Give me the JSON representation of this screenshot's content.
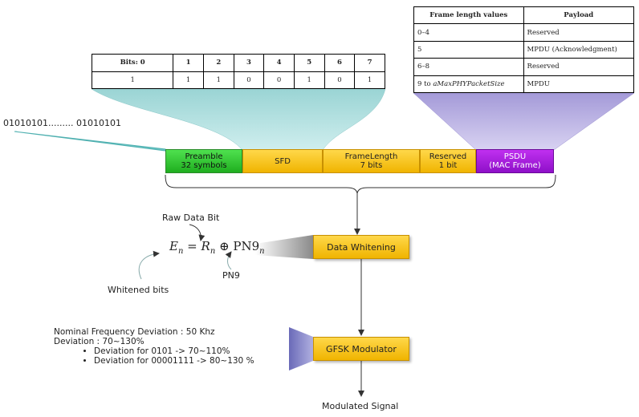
{
  "bits_table": {
    "header": [
      "Bits: 0",
      "1",
      "2",
      "3",
      "4",
      "5",
      "6",
      "7"
    ],
    "values": [
      "1",
      "1",
      "1",
      "0",
      "0",
      "1",
      "0",
      "1"
    ]
  },
  "frame_table": {
    "headers": [
      "Frame length values",
      "Payload"
    ],
    "rows": [
      {
        "value": "0–4",
        "payload": "Reserved"
      },
      {
        "value": "5",
        "payload": "MPDU (Acknowledgment)"
      },
      {
        "value": "6–8",
        "payload": "Reserved"
      },
      {
        "value_prefix": "9 to ",
        "value_italic": "aMaxPHYPacketSize",
        "payload": "MPDU"
      }
    ]
  },
  "preamble_bits": "01010101......... 01010101",
  "frame_fields": [
    {
      "line1": "Preamble",
      "line2": "32 symbols",
      "color": "#2fc02f"
    },
    {
      "line1": "SFD",
      "line2": "",
      "color": "#ffc800"
    },
    {
      "line1": "FrameLength",
      "line2": "7 bits",
      "color": "#ffc800"
    },
    {
      "line1": "Reserved",
      "line2": "1 bit",
      "color": "#ffc800"
    },
    {
      "line1": "PSDU",
      "line2": "(MAC Frame)",
      "color": "#a020e0"
    }
  ],
  "whitening": {
    "raw_label": "Raw Data Bit",
    "whitened_label": "Whitened bits",
    "pn9_label": "PN9",
    "formula": {
      "lhs": "E",
      "lhs_sub": "n",
      "rhs1": "R",
      "rhs1_sub": "n",
      "op": "⊕",
      "rhs2": "PN9",
      "rhs2_sub": "n"
    }
  },
  "blocks": {
    "whitening": "Data Whitening",
    "modulator": "GFSK Modulator",
    "output": "Modulated Signal"
  },
  "modulation_notes": {
    "line1": "Nominal Frequency Deviation : 50 Khz",
    "line2": "Deviation : 70~130%",
    "bullets": [
      "Deviation for 0101 -> 70~110%",
      "Deviation for 00001111 -> 80~130 %"
    ]
  }
}
